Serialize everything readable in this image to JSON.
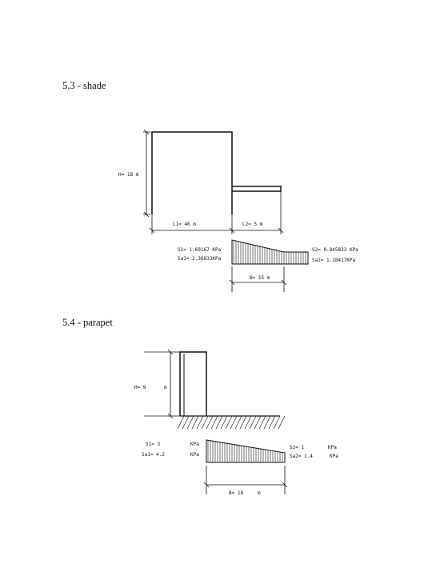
{
  "sections": [
    {
      "heading": "5.3 - shade",
      "labels": {
        "h": "H= 18  m",
        "l1": "L1= 46  m",
        "l2": "L2= 5   m",
        "s1": "S1= 1.69167 KPa",
        "sa1": "Sa1= 2.36833KPa",
        "s2": "S2= 0.845833 KPa",
        "sa2": "Sa2= 1.18417KPa",
        "b": "B= 15   m"
      }
    },
    {
      "heading": "5.4 - parapet",
      "labels": {
        "h": "H= 9",
        "h_unit": "m",
        "s1": "S1= 3",
        "s1_unit": "KPa",
        "sa1": "Sa1= 4.2",
        "sa1_unit": "KPa",
        "s2": "S2= 1",
        "s2_unit": "KPa",
        "sa2": "Sa2= 1.4",
        "sa2_unit": "KPa",
        "b": "B= 18",
        "b_unit": "m"
      }
    }
  ],
  "colors": {
    "ink": "#111111",
    "paper": "#ffffff"
  }
}
